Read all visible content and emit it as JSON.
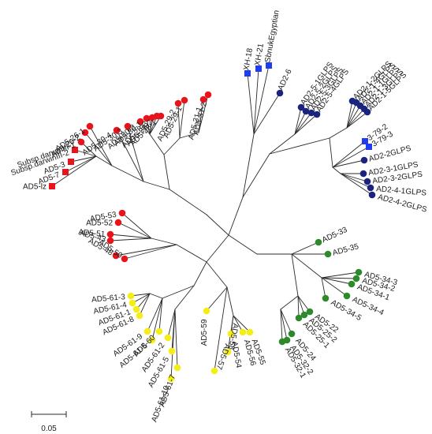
{
  "tree": {
    "scale_bar_label": "0.05",
    "colors": {
      "branch": "#2b2b2b",
      "red": "#e8141c",
      "yellow": "#f4ee14",
      "green": "#2c8a2a",
      "navy": "#1a237e",
      "blue": "#1f3cf0"
    },
    "leaves": [
      {
        "id": "AD5-lz",
        "label": "AD5-lz",
        "group": "red",
        "marker": "square"
      },
      {
        "id": "AD5-7",
        "label": "AD5-7",
        "group": "red",
        "marker": "square"
      },
      {
        "id": "AD5-3",
        "label": "AD5-3",
        "group": "red",
        "marker": "square"
      },
      {
        "id": "darwinii-2",
        "label": "Subsp.darwinIII-2",
        "group": "red",
        "marker": "square"
      },
      {
        "id": "darwinii-1",
        "label": "Subsp.darwinIII-1",
        "group": "red",
        "marker": "circle"
      },
      {
        "id": "AD5-26-2",
        "label": "AD5-26-2",
        "group": "red",
        "marker": "circle"
      },
      {
        "id": "AD5-26-1",
        "label": "AD5-26-1",
        "group": "red",
        "marker": "circle"
      },
      {
        "id": "AD5-30-4",
        "label": "AD5-30-4",
        "group": "red",
        "marker": "circle"
      },
      {
        "id": "AD5-30-3",
        "label": "AD5-30-3",
        "group": "red",
        "marker": "circle"
      },
      {
        "id": "AD5-30-2",
        "label": "AD5-30-2",
        "group": "red",
        "marker": "circle"
      },
      {
        "id": "AD5-30-1",
        "label": "AD5-30-1",
        "group": "red",
        "marker": "circle"
      },
      {
        "id": "AD5-28-3",
        "label": "AD5-28-3",
        "group": "red",
        "marker": "circle"
      },
      {
        "id": "AD5-28-2",
        "label": "AD5-28-2",
        "group": "red",
        "marker": "circle"
      },
      {
        "id": "AD5-28-1",
        "label": "AD5-28-1",
        "group": "red",
        "marker": "circle"
      },
      {
        "id": "AD5-29-2",
        "label": "AD5-29-2",
        "group": "red",
        "marker": "circle"
      },
      {
        "id": "AD5-29-1",
        "label": "AD5-29-1",
        "group": "red",
        "marker": "circle"
      },
      {
        "id": "AD5-31-1",
        "label": "AD5-31-1",
        "group": "red",
        "marker": "circle"
      },
      {
        "id": "AD5-31-2",
        "label": "AD5-31-2",
        "group": "red",
        "marker": "circle"
      },
      {
        "id": "XH-18",
        "label": "XH-18",
        "group": "blue",
        "marker": "square"
      },
      {
        "id": "XH-21",
        "label": "XH-21",
        "group": "blue",
        "marker": "square"
      },
      {
        "id": "SbnukEgyptian",
        "label": "SbnukEgyptian",
        "group": "blue",
        "marker": "square"
      },
      {
        "id": "AD2-6",
        "label": "AD2-6",
        "group": "navy",
        "marker": "circle"
      },
      {
        "id": "AD2-5-1GLPS",
        "label": "AD2-5-1GLPS",
        "group": "navy",
        "marker": "circle"
      },
      {
        "id": "AD2-5-2GLPS",
        "label": "AD2-5-2GLPS",
        "group": "navy",
        "marker": "circle"
      },
      {
        "id": "AD2-5-3GLPS",
        "label": "AD2-5-3GLPS",
        "group": "navy",
        "marker": "circle"
      },
      {
        "id": "AD2-5-4GLPS",
        "label": "AD2-5-4GLPS",
        "group": "navy",
        "marker": "circle"
      },
      {
        "id": "AD2-1-2GLPS",
        "label": "AD2-1-2GLPS",
        "group": "navy",
        "marker": "circle"
      },
      {
        "id": "AD2-1-4GLPS",
        "label": "AD2-1-4GLPS",
        "group": "navy",
        "marker": "circle"
      },
      {
        "id": "AD2-1-1GLPS",
        "label": "AD2-1-1GLPS",
        "group": "navy",
        "marker": "circle"
      },
      {
        "id": "AD2-1-3GLPS",
        "label": "AD2-1-3GLPS",
        "group": "navy",
        "marker": "circle"
      },
      {
        "id": "AD2-1-5GLPS",
        "label": "AD2-1-5GLPS",
        "group": "navy",
        "marker": "circle"
      },
      {
        "id": "3-79-2",
        "label": "3-79-2",
        "group": "blue",
        "marker": "square"
      },
      {
        "id": "3-79-3",
        "label": "3-79-3",
        "group": "blue",
        "marker": "square"
      },
      {
        "id": "AD2-2GLPS",
        "label": "AD2-2GLPS",
        "group": "navy",
        "marker": "circle"
      },
      {
        "id": "AD2-3-1GLPS",
        "label": "AD2-3-1GLPS",
        "group": "navy",
        "marker": "circle"
      },
      {
        "id": "AD2-3-2GLPS",
        "label": "AD2-3-2GLPS",
        "group": "navy",
        "marker": "circle"
      },
      {
        "id": "AD2-4-1GLPS",
        "label": "AD2-4-1GLPS",
        "group": "navy",
        "marker": "circle"
      },
      {
        "id": "AD2-4-2GLPS",
        "label": "AD2-4-2GLPS",
        "group": "navy",
        "marker": "circle"
      },
      {
        "id": "AD5-33",
        "label": "AD5-33",
        "group": "green",
        "marker": "circle"
      },
      {
        "id": "AD5-35",
        "label": "AD5-35",
        "group": "green",
        "marker": "circle"
      },
      {
        "id": "AD5-34-3",
        "label": "AD5-34-3",
        "group": "green",
        "marker": "circle"
      },
      {
        "id": "AD5-34-2",
        "label": "AD5-34-2",
        "group": "green",
        "marker": "circle"
      },
      {
        "id": "AD5-34-1",
        "label": "AD5-34-1",
        "group": "green",
        "marker": "circle"
      },
      {
        "id": "AD5-34-4",
        "label": "AD5-34-4",
        "group": "green",
        "marker": "circle"
      },
      {
        "id": "AD5-34-5",
        "label": "AD5-34-5",
        "group": "green",
        "marker": "circle"
      },
      {
        "id": "AD5-22",
        "label": "AD5-22",
        "group": "green",
        "marker": "circle"
      },
      {
        "id": "AD5-25-2",
        "label": "AD5-25-2",
        "group": "green",
        "marker": "circle"
      },
      {
        "id": "AD5-25-1",
        "label": "AD5-25-1",
        "group": "green",
        "marker": "circle"
      },
      {
        "id": "AD5-24",
        "label": "AD5-24",
        "group": "green",
        "marker": "circle"
      },
      {
        "id": "AD5-32-2",
        "label": "AD5-32-2",
        "group": "green",
        "marker": "circle"
      },
      {
        "id": "AD5-32-1",
        "label": "AD5-32-1",
        "group": "green",
        "marker": "circle"
      },
      {
        "id": "AD5-55",
        "label": "AD5-55",
        "group": "yellow",
        "marker": "circle"
      },
      {
        "id": "AD5-56",
        "label": "AD5-56",
        "group": "yellow",
        "marker": "circle"
      },
      {
        "id": "AD5-54",
        "label": "AD5-54",
        "group": "yellow",
        "marker": "circle"
      },
      {
        "id": "AD5-58",
        "label": "AD5-58",
        "group": "yellow",
        "marker": "circle"
      },
      {
        "id": "AD5-57",
        "label": "AD5-57",
        "group": "yellow",
        "marker": "circle"
      },
      {
        "id": "AD5-59",
        "label": "AD5-59",
        "group": "yellow",
        "marker": "circle"
      },
      {
        "id": "AD5-61-7",
        "label": "AD5-61-7",
        "group": "yellow",
        "marker": "circle"
      },
      {
        "id": "AD5-61-10",
        "label": "AD5-61-10",
        "group": "yellow",
        "marker": "circle"
      },
      {
        "id": "AD5-61-5",
        "label": "AD5-61-5",
        "group": "yellow",
        "marker": "circle"
      },
      {
        "id": "AD5-61-2",
        "label": "AD5-61-2",
        "group": "yellow",
        "marker": "circle"
      },
      {
        "id": "AD5-60",
        "label": "AD5-60",
        "group": "yellow",
        "marker": "circle"
      },
      {
        "id": "AD5-61-6",
        "label": "AD5-61-6",
        "group": "yellow",
        "marker": "circle"
      },
      {
        "id": "AD5-61-9",
        "label": "AD5-61-9",
        "group": "yellow",
        "marker": "circle"
      },
      {
        "id": "AD5-61-8",
        "label": "AD5-61-8",
        "group": "yellow",
        "marker": "circle"
      },
      {
        "id": "AD5-61-1",
        "label": "AD5-61-1",
        "group": "yellow",
        "marker": "circle"
      },
      {
        "id": "AD5-61-4",
        "label": "AD5-61-4",
        "group": "yellow",
        "marker": "circle"
      },
      {
        "id": "AD5-61-3",
        "label": "AD5-61-3",
        "group": "yellow",
        "marker": "circle"
      },
      {
        "id": "AD5-50",
        "label": "AD5-50",
        "group": "red",
        "marker": "circle"
      },
      {
        "id": "AD5-48",
        "label": "AD5-48",
        "group": "red",
        "marker": "circle"
      },
      {
        "id": "AD5-43",
        "label": "AD5-43",
        "group": "red",
        "marker": "circle"
      },
      {
        "id": "AD5-51",
        "label": "AD5-51",
        "group": "red",
        "marker": "circle"
      },
      {
        "id": "AD5-52",
        "label": "AD5-52",
        "group": "red",
        "marker": "circle"
      },
      {
        "id": "AD5-53",
        "label": "AD5-53",
        "group": "red",
        "marker": "circle"
      }
    ]
  }
}
